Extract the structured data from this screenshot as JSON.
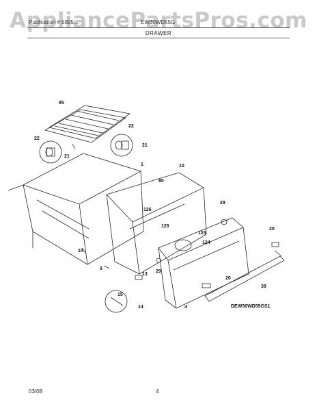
{
  "watermark": "AppliancePartsPros.com",
  "header": {
    "publication": "Publication # 5995...",
    "model": "EW30WD55G",
    "section_title": "DRAWER"
  },
  "diagram": {
    "labels": [
      "85",
      "22",
      "21",
      "22",
      "21",
      "1",
      "10",
      "80",
      "126",
      "29",
      "125",
      "123",
      "124",
      "20",
      "10",
      "9",
      "29",
      "13",
      "20",
      "39",
      "15",
      "14",
      "4"
    ],
    "model_code": "DEW30WD55GS1"
  },
  "footer": {
    "date": "03/08",
    "page": "4"
  }
}
